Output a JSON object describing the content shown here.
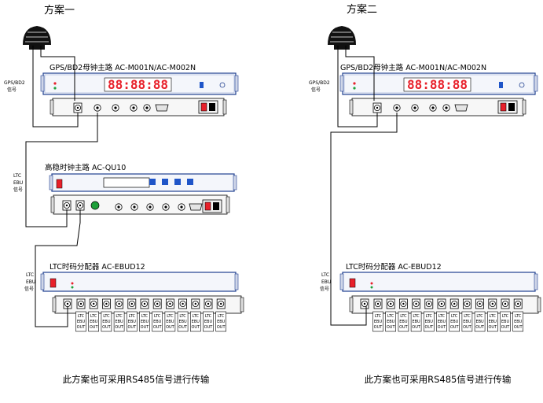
{
  "scheme1": {
    "title": "方案一",
    "master_label": "GPS/BD2母钟主路  AC-M001N/AC-M002N",
    "clock_display": "88:88:88",
    "side_signal_1": "GPS/BD2",
    "side_signal_2": "信号",
    "hs_label": "高稳时钟主路  AC-QU10",
    "ltc_side_1": "LTC",
    "ltc_side_2": "EBU",
    "ltc_side_3": "信号",
    "dist_label": "LTC时码分配器  AC-EBUD12",
    "dist_side_1": "LTC",
    "dist_side_2": "EBU",
    "dist_side_3": "信号",
    "caption": "此方案也可采用RS485信号进行传输"
  },
  "scheme2": {
    "title": "方案二",
    "master_label": "GPS/BD2母钟主路  AC-M001N/AC-M002N",
    "clock_display": "88:88:88",
    "side_signal_1": "GPS/BD2",
    "side_signal_2": "信号",
    "dist_label": "LTC时码分配器  AC-EBUD12",
    "dist_side_1": "LTC",
    "dist_side_2": "EBU",
    "dist_side_3": "信号",
    "caption": "此方案也可采用RS485信号进行传输"
  },
  "port_label_lines": [
    "LTC",
    "EBU",
    "OUT"
  ],
  "colors": {
    "panel_border": "#1f3f8f",
    "panel_fill": "#f4f6fb",
    "display_red": "#e8202a",
    "led_green": "#1ea03a",
    "button_blue": "#1f55c8",
    "line": "#000000"
  }
}
